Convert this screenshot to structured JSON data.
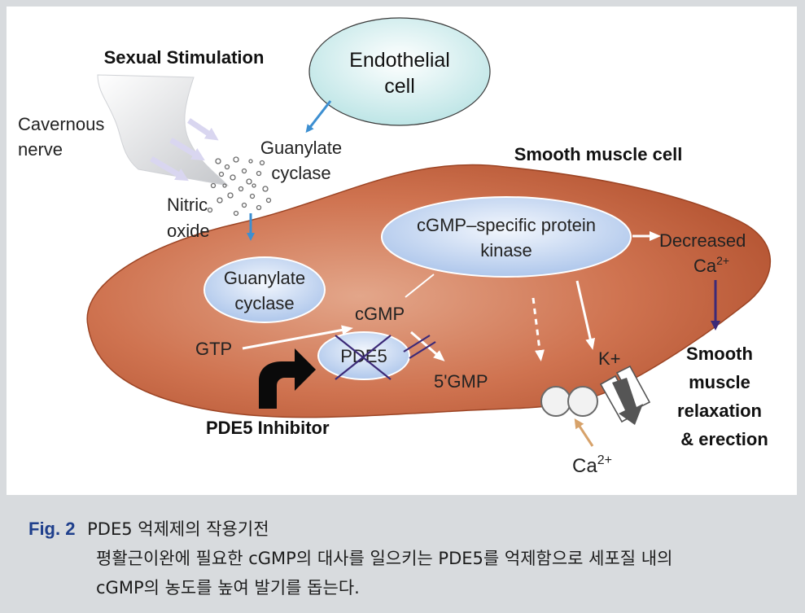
{
  "diagram": {
    "sexual_stimulation": "Sexual Stimulation",
    "endothelial_cell": [
      "Endothelial",
      "cell"
    ],
    "cavernous_nerve": [
      "Cavernous",
      "nerve"
    ],
    "guanylate_cyclase_top": [
      "Guanylate",
      "cyclase"
    ],
    "nitric_oxide": [
      "Nitric",
      "oxide"
    ],
    "smooth_muscle_cell": "Smooth muscle cell",
    "protein_kinase": [
      "cGMP–specific protein",
      "kinase"
    ],
    "decreased_ca": "Decreased",
    "ca2_plus": "Ca",
    "superscript_2plus": "2+",
    "guanylate_cyclase_inner": [
      "Guanylate",
      "cyclase"
    ],
    "cgmp": "cGMP",
    "gtp": "GTP",
    "pde5": "PDE5",
    "five_gmp": "5'GMP",
    "k_plus": "K+",
    "relaxation": [
      "Smooth",
      "muscle",
      "relaxation",
      "& erection"
    ],
    "pde5_inhibitor": "PDE5 Inhibitor",
    "ca_bottom": "Ca"
  },
  "caption": {
    "fig_no": "Fig. 2",
    "title": "PDE5 억제제의 작용기전",
    "line2": "평활근이완에 필요한 cGMP의 대사를 일으키는 PDE5를 억제함으로 세포질 내의",
    "line3": "cGMP의 농도를 높여 발기를 돕는다."
  },
  "colors": {
    "cell_fill": "#c8643f",
    "ellipse_fill": "#c9daf2",
    "kinase_fill": "#cfdff5",
    "endothelial_fill": "#d6efef",
    "arrow_blue": "#3d8fd1",
    "arrow_purple": "#3c2a78",
    "arrow_tan": "#d7a26a",
    "caption_blue": "#1f3f8c"
  }
}
